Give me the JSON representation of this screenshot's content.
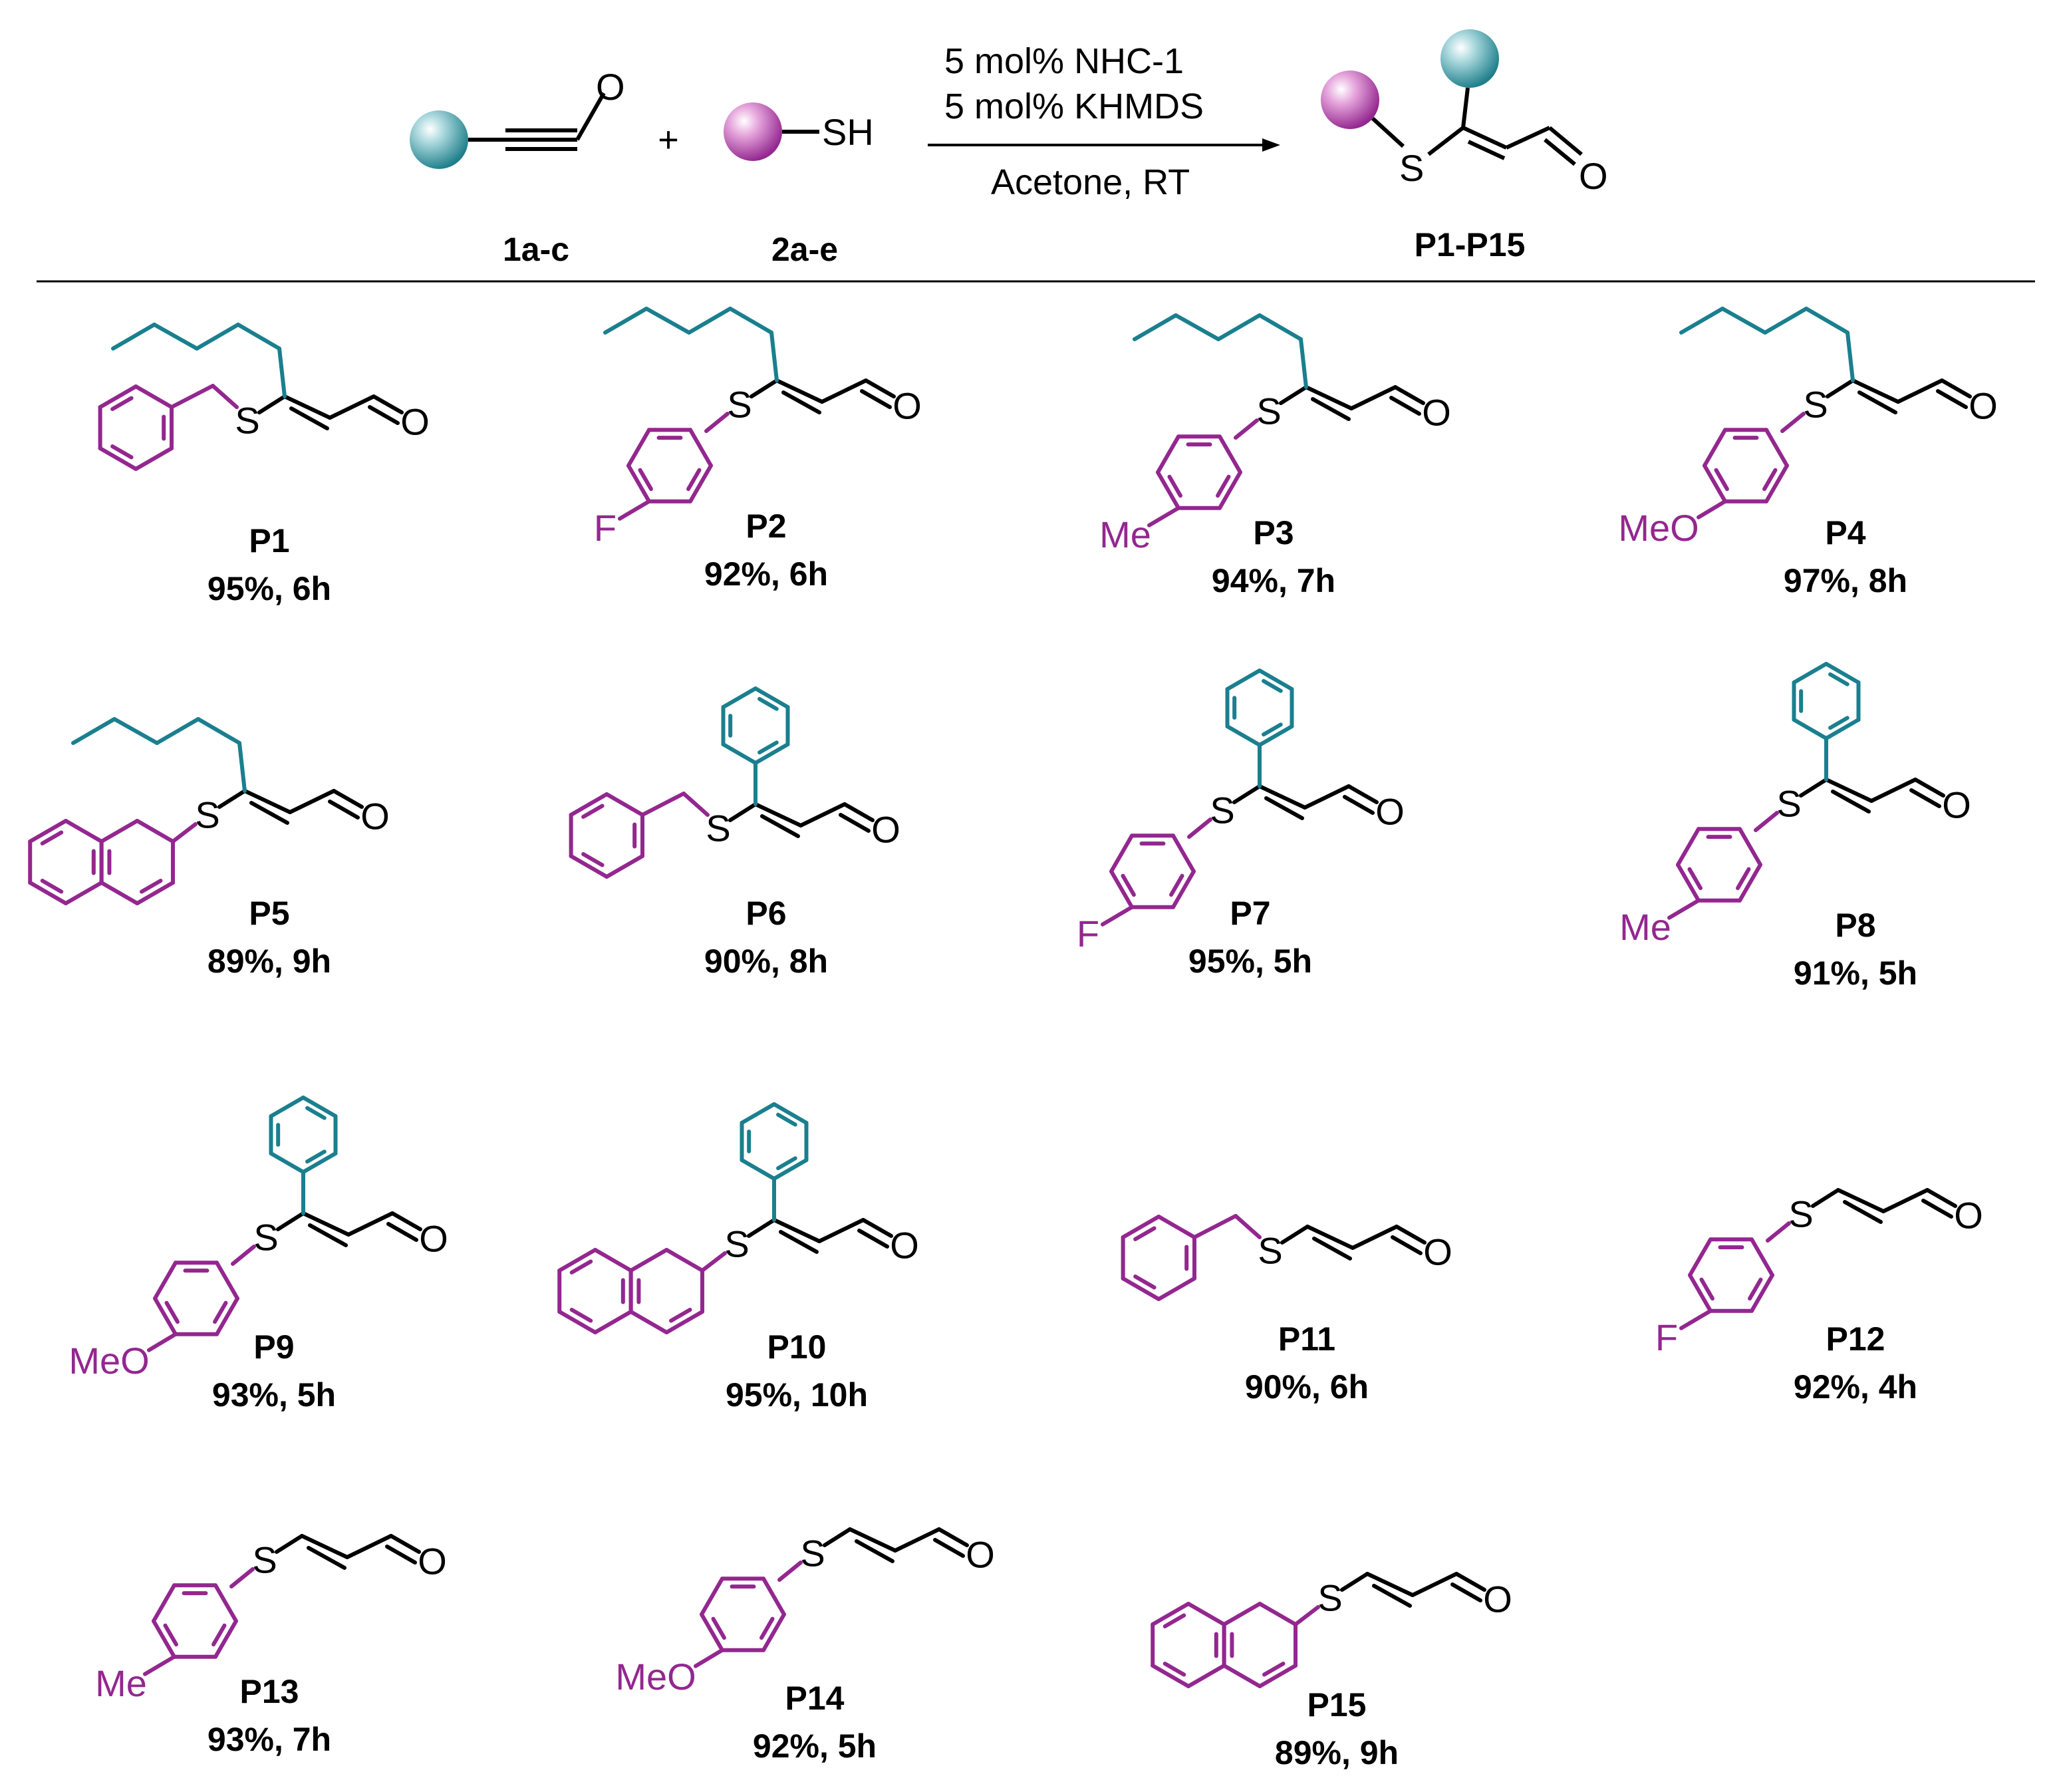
{
  "colors": {
    "sulfur_part": "#93278f",
    "alkyne_part": "#1a7f8e",
    "core": "#000000",
    "ball_sulfur": "#a3308f",
    "ball_alkyne": "#2e8a96"
  },
  "reaction": {
    "reactant1": {
      "label": "1a-c",
      "oxygen": "O"
    },
    "reactant2": {
      "label": "2a-e",
      "sh": "SH"
    },
    "plus": "+",
    "conditions": [
      "5 mol% NHC-1",
      "5 mol% KHMDS",
      "Acetone, RT"
    ],
    "product": {
      "label": "P1-P15",
      "s": "S",
      "o": "O"
    }
  },
  "products": [
    {
      "id": "P1",
      "result": "95%, 6h",
      "thiol": "benzyl",
      "alkyne": "pentyl"
    },
    {
      "id": "P2",
      "result": "92%, 6h",
      "thiol": "4-F-phenyl",
      "alkyne": "pentyl"
    },
    {
      "id": "P3",
      "result": "94%, 7h",
      "thiol": "4-Me-phenyl",
      "alkyne": "pentyl"
    },
    {
      "id": "P4",
      "result": "97%, 8h",
      "thiol": "4-MeO-phenyl",
      "alkyne": "pentyl"
    },
    {
      "id": "P5",
      "result": "89%, 9h",
      "thiol": "2-naphthyl",
      "alkyne": "pentyl"
    },
    {
      "id": "P6",
      "result": "90%, 8h",
      "thiol": "benzyl",
      "alkyne": "phenyl"
    },
    {
      "id": "P7",
      "result": "95%, 5h",
      "thiol": "4-F-phenyl",
      "alkyne": "phenyl"
    },
    {
      "id": "P8",
      "result": "91%, 5h",
      "thiol": "4-Me-phenyl",
      "alkyne": "phenyl"
    },
    {
      "id": "P9",
      "result": "93%, 5h",
      "thiol": "4-MeO-phenyl",
      "alkyne": "phenyl"
    },
    {
      "id": "P10",
      "result": "95%, 10h",
      "thiol": "2-naphthyl",
      "alkyne": "phenyl"
    },
    {
      "id": "P11",
      "result": "90%, 6h",
      "thiol": "benzyl",
      "alkyne": "none"
    },
    {
      "id": "P12",
      "result": "92%, 4h",
      "thiol": "4-F-phenyl",
      "alkyne": "none"
    },
    {
      "id": "P13",
      "result": "93%, 7h",
      "thiol": "4-Me-phenyl",
      "alkyne": "none"
    },
    {
      "id": "P14",
      "result": "92%, 5h",
      "thiol": "4-MeO-phenyl",
      "alkyne": "none"
    },
    {
      "id": "P15",
      "result": "89%, 9h",
      "thiol": "2-naphthyl",
      "alkyne": "none"
    }
  ],
  "atoms": {
    "S": "S",
    "O": "O",
    "F": "F",
    "Me": "Me",
    "MeO": "MeO"
  }
}
